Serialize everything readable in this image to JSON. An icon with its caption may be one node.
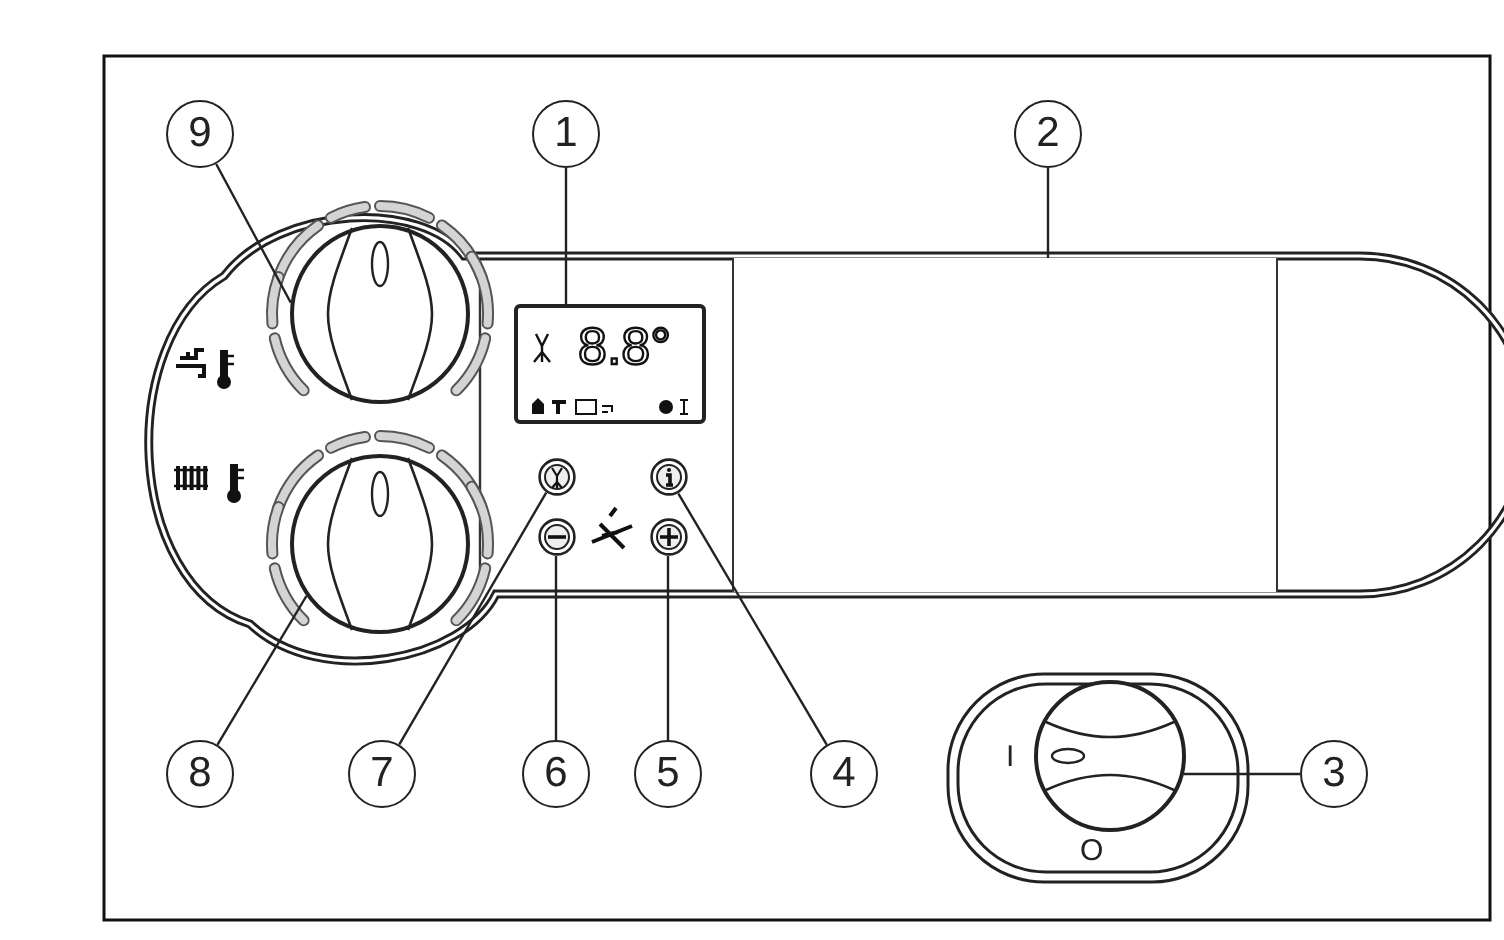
{
  "diagram": {
    "nodes": [
      {
        "text": [
          "9"
        ]
      },
      {
        "text": [
          "1"
        ]
      },
      {
        "text": [
          "2"
        ]
      },
      {
        "text": [],
        "shape": "circle"
      },
      {
        "text": [
          "8.8°"
        ]
      },
      {
        "text": [],
        "shape": "box"
      },
      {
        "text": [],
        "shape": "circle"
      },
      {
        "text": [],
        "shape": "circle"
      },
      {
        "text": [],
        "shape": "circle"
      },
      {
        "text": [],
        "shape": "circle"
      },
      {
        "text": [],
        "shape": "circle"
      },
      {
        "text": [],
        "shape": "circle",
        "beside": [
          "I",
          "O"
        ]
      },
      {
        "text": [
          "3"
        ]
      },
      {
        "text": [
          "8"
        ]
      },
      {
        "text": [
          "7"
        ]
      },
      {
        "text": [
          "6"
        ]
      },
      {
        "text": [
          "5"
        ]
      },
      {
        "text": [
          "4"
        ]
      }
    ],
    "edges": [
      {
        "from": 0,
        "to": 3,
        "arrow": "none"
      },
      {
        "from": 1,
        "to": 4,
        "arrow": "none"
      },
      {
        "from": 2,
        "to": 5,
        "arrow": "none"
      },
      {
        "from": 12,
        "to": 11,
        "arrow": "none"
      },
      {
        "from": 13,
        "to": 6,
        "arrow": "none"
      },
      {
        "from": 14,
        "to": 7,
        "arrow": "none"
      },
      {
        "from": 15,
        "to": 9,
        "arrow": "none"
      },
      {
        "from": 16,
        "to": 10,
        "arrow": "none"
      },
      {
        "from": 17,
        "to": 8,
        "arrow": "none"
      }
    ]
  }
}
